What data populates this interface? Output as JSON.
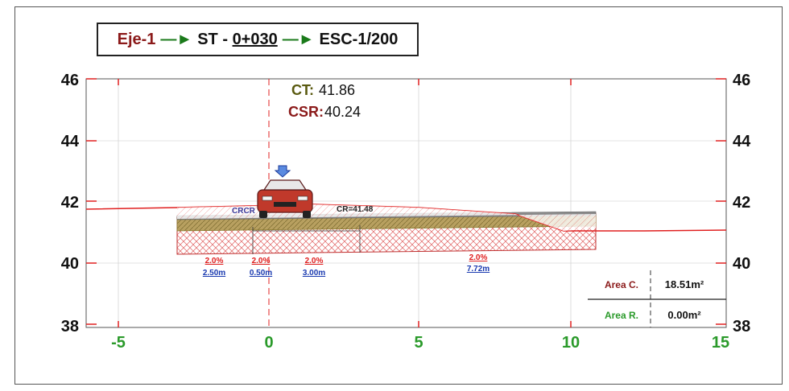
{
  "title": {
    "eje": "Eje-1",
    "arrow": "—►",
    "st_label": "ST -",
    "station": "0+030",
    "esc_label": "ESC-",
    "scale": "1/200"
  },
  "ct": {
    "label": "CT:",
    "value": "41.86"
  },
  "csr": {
    "label": "CSR:",
    "value": "40.24"
  },
  "y_ticks": [
    "46",
    "44",
    "42",
    "40",
    "38"
  ],
  "x_ticks": [
    "-5",
    "0",
    "5",
    "10",
    "15"
  ],
  "labels": {
    "cr_left": "CRCR",
    "cr_right": "CR=41.48"
  },
  "slopes": [
    {
      "pct": "2.0%",
      "width": "2.50m"
    },
    {
      "pct": "2.0%",
      "width": "0.50m"
    },
    {
      "pct": "2.0%",
      "width": "3.00m"
    },
    {
      "pct": "2.0%",
      "width": "7.72m"
    }
  ],
  "areas": {
    "cut_label": "Area C.",
    "cut_value": "18.51m²",
    "fill_label": "Area R.",
    "fill_value": "0.00m²"
  },
  "colors": {
    "axis_red": "#e02020",
    "label_green": "#2a9a2a",
    "label_dark": "#8b1a1a",
    "ct_olive": "#5a5a10"
  }
}
